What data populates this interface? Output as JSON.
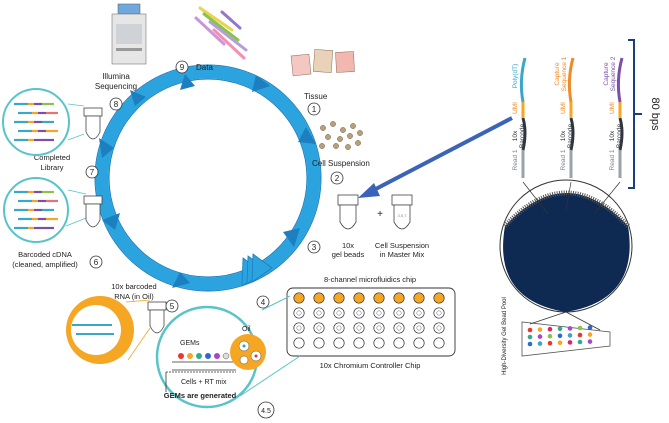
{
  "colors": {
    "cycle_blue": "#2aa3df",
    "cycle_dark": "#1b7fc0",
    "accent_orange": "#f5a623",
    "bead_navy": "#0e2a52",
    "strand_teal": "#3aa7c9",
    "strand_orange": "#f08a24",
    "strand_purple": "#7b4fa8",
    "magnifier_teal": "#58c4c9"
  },
  "steps": [
    {
      "num": "1",
      "label": "Tissue"
    },
    {
      "num": "2",
      "label": "Cell Suspension"
    },
    {
      "num": "3",
      "label": ""
    },
    {
      "num": "4",
      "label": ""
    },
    {
      "num": "4.5",
      "label": "GEMs are generated"
    },
    {
      "num": "5",
      "label_lines": [
        "10x barcoded",
        "RNA (in Oil)"
      ]
    },
    {
      "num": "6",
      "label_lines": [
        "Barcoded cDNA",
        "(cleaned, amplified)"
      ]
    },
    {
      "num": "7",
      "label_lines": [
        "Completed",
        "Library"
      ]
    },
    {
      "num": "8",
      "label_lines": [
        "Illumina",
        "Sequencing"
      ]
    },
    {
      "num": "9",
      "label": "Data"
    }
  ],
  "tubes": {
    "gel_beads": [
      "10x",
      "gel beads"
    ],
    "plus": "+",
    "cell_suspension_mm": [
      "Cell Suspension",
      "in Master Mix"
    ]
  },
  "chip": {
    "title": "8-channel microfluidics chip",
    "caption": "10x Chromium Controller Chip"
  },
  "gems_inset": {
    "gems": "GEMs",
    "oil": "Oil",
    "cells_rt": "Cells + RT mix"
  },
  "strands": [
    {
      "read": "Read 1",
      "barcode": "10x Barcode",
      "umi": "UMI",
      "capture": [
        "Poly(dT)"
      ]
    },
    {
      "read": "Read 1",
      "barcode": "10x Barcode",
      "umi": "UMI",
      "capture": [
        "Capture",
        "Sequence 1"
      ]
    },
    {
      "read": "Read 1",
      "barcode": "10x Barcode",
      "umi": "UMI",
      "capture": [
        "Capture",
        "Sequence 2"
      ]
    }
  ],
  "bps": "80 bps",
  "bead_pool": "High-Diversity Gel Bead Pool"
}
